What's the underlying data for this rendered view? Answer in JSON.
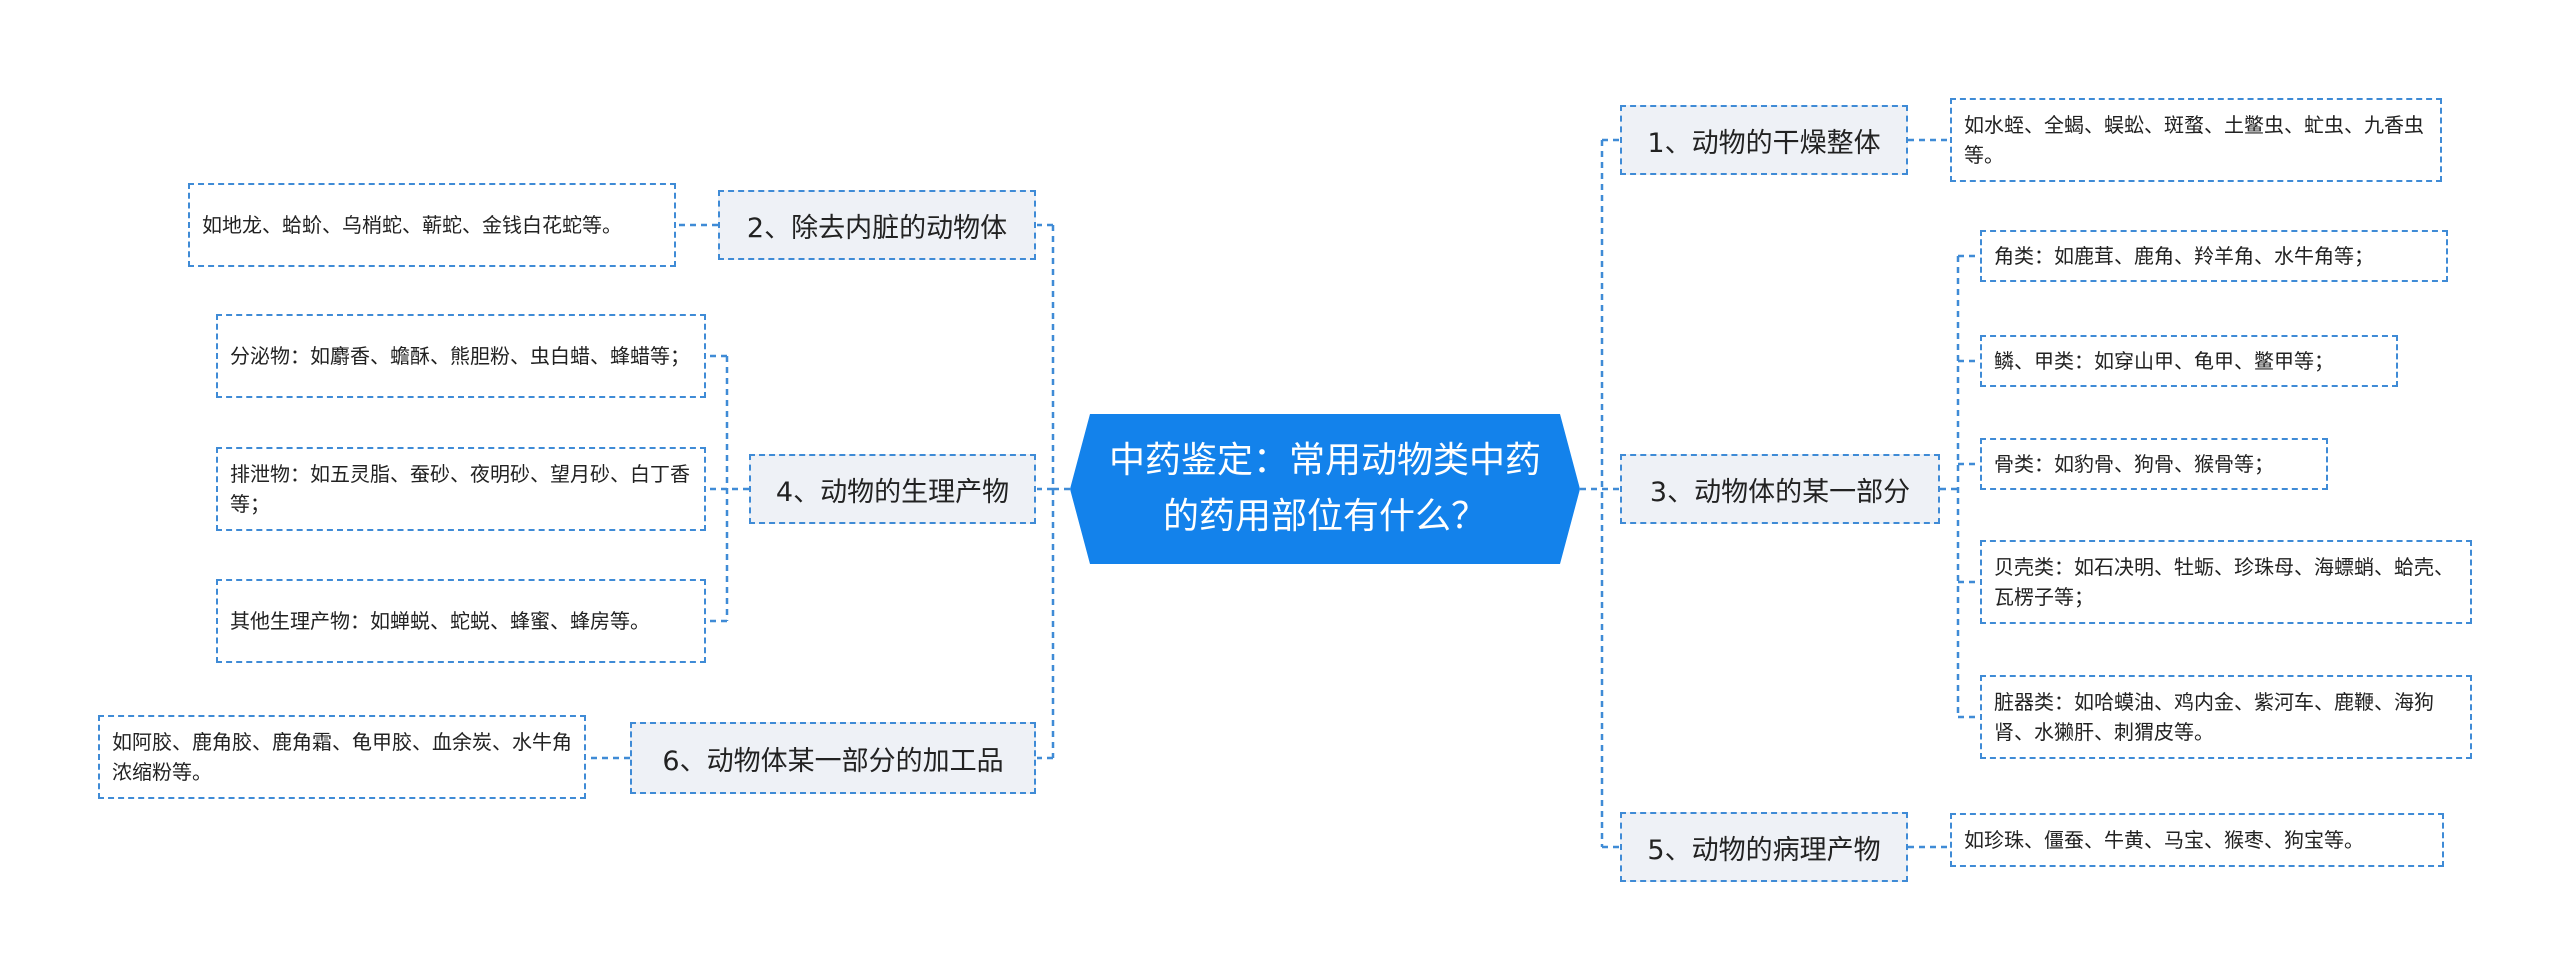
{
  "central": {
    "title": "中药鉴定：常用动物类中药的药用部位有什么？",
    "color": "#1382eb"
  },
  "colors": {
    "line": "#3f8bd6",
    "topic_bg": "#eef1f6"
  },
  "branches": [
    {
      "label": "1、动物的干燥整体",
      "children": [
        "如水蛭、全蝎、蜈蚣、斑蝥、土鳖虫、虻虫、九香虫等。"
      ]
    },
    {
      "label": "2、除去内脏的动物体",
      "children": [
        "如地龙、蛤蚧、乌梢蛇、蕲蛇、金钱白花蛇等。"
      ]
    },
    {
      "label": "3、动物体的某一部分",
      "children": [
        "角类：如鹿茸、鹿角、羚羊角、水牛角等；",
        "鳞、甲类：如穿山甲、龟甲、鳖甲等；",
        "骨类：如豹骨、狗骨、猴骨等；",
        "贝壳类：如石决明、牡蛎、珍珠母、海螵蛸、蛤壳、瓦楞子等；",
        "脏器类：如哈蟆油、鸡内金、紫河车、鹿鞭、海狗肾、水獭肝、刺猬皮等。"
      ]
    },
    {
      "label": "4、动物的生理产物",
      "children": [
        "分泌物：如麝香、蟾酥、熊胆粉、虫白蜡、蜂蜡等；",
        "排泄物：如五灵脂、蚕砂、夜明砂、望月砂、白丁香等；",
        "其他生理产物：如蝉蜕、蛇蜕、蜂蜜、蜂房等。"
      ]
    },
    {
      "label": "5、动物的病理产物",
      "children": [
        "如珍珠、僵蚕、牛黄、马宝、猴枣、狗宝等。"
      ]
    },
    {
      "label": "6、动物体某一部分的加工品",
      "children": [
        "如阿胶、鹿角胶、鹿角霜、龟甲胶、血余炭、水牛角浓缩粉等。"
      ]
    }
  ]
}
